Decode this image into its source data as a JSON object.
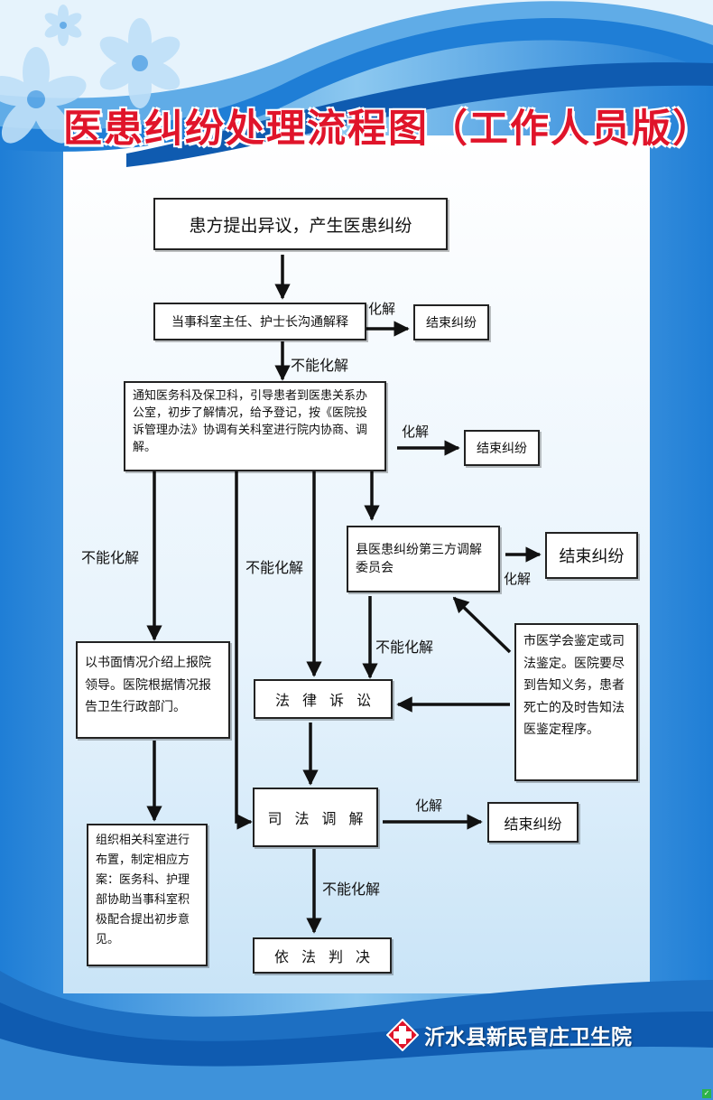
{
  "poster": {
    "title": "医患纠纷处理流程图（工作人员版）",
    "hospital_name": "沂水县新民官庄卫生院",
    "colors": {
      "title_red": "#e0142a",
      "wave_blue": "#1d6fc2",
      "panel": "#ffffff"
    },
    "icons": [
      "flower-decoration-icon",
      "red-cross-logo-icon"
    ]
  },
  "diagram": {
    "nodes": {
      "start": "患方提出异议，产生医患纠纷",
      "dept_comm": "当事科室主任、护士长沟通解释",
      "end1": "结束纠纷",
      "notify": "通知医务科及保卫科，引导患者到医患关系办公室，初步了解情况，给予登记，按《医院投诉管理办法》协调有关科室进行院内协商、调解。",
      "end2": "结束纠纷",
      "county_mediation": "县医患纠纷第三方调解委员会",
      "end3": "结束纠纷",
      "written_report": "以书面情况介绍上报院领导。医院根据情况报告卫生行政部门。",
      "appraisal": "市医学会鉴定或司法鉴定。医院要尽到告知义务，患者死亡的及时告知法医鉴定程序。",
      "lawsuit": "法律诉讼",
      "judicial_mediation": "司法调解",
      "end4": "结束纠纷",
      "organize": "组织相关科室进行布置，制定相应方案：医务科、护理部协助当事科室积极配合提出初步意见。",
      "judgment": "依法判决"
    },
    "edge_labels": {
      "resolved": "化解",
      "not_resolved": "不能化解"
    }
  }
}
